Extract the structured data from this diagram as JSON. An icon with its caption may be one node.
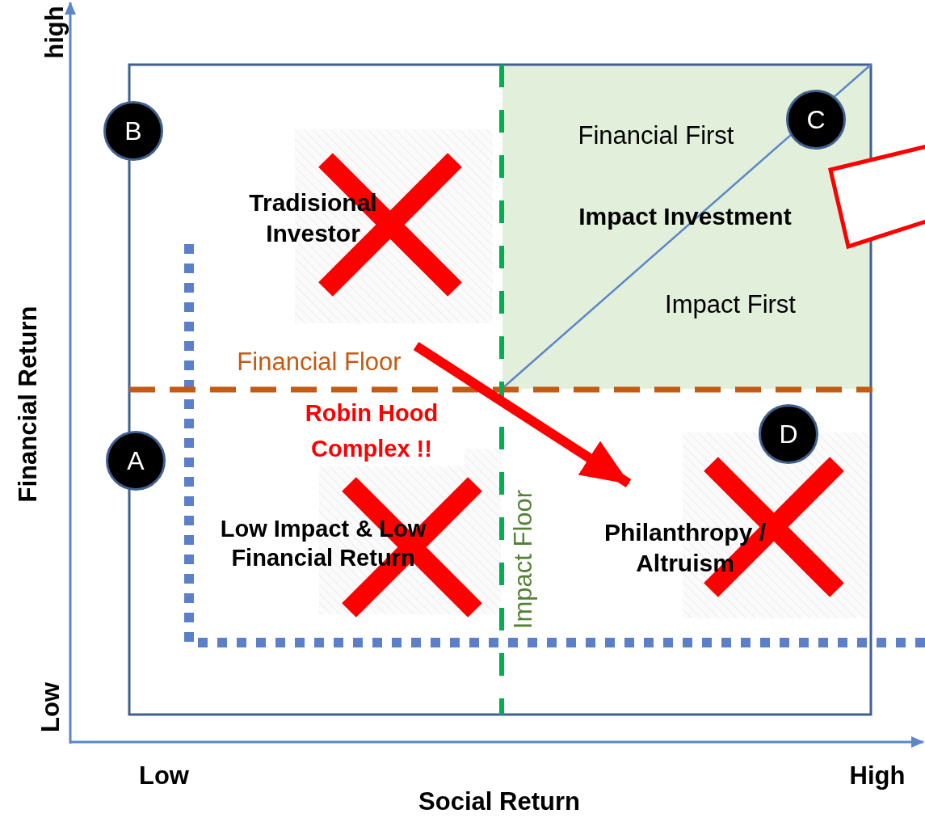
{
  "diagram": {
    "nodes": [
      {
        "text": [
          "B"
        ]
      },
      {
        "text": [
          "Tradisional Investor"
        ]
      },
      {
        "text": [
          "Financial First",
          "Impact Investment",
          "Impact First"
        ]
      },
      {
        "text": [
          "C"
        ],
        "in": 2
      },
      {
        "text": [
          "A"
        ]
      },
      {
        "text": [
          "Low Impact & Low Financial Return"
        ]
      },
      {
        "text": [
          "D"
        ]
      },
      {
        "text": [
          "Philanthropy / Altruism"
        ]
      }
    ],
    "edges": [
      {
        "from": 1,
        "to": 7,
        "arrow": "to",
        "label": "Robin Hood Complex !!"
      }
    ],
    "labels": [
      "high",
      "Financial Return",
      "Low",
      "Financial Floor",
      "Impact Floor",
      "Low",
      "High",
      "Social Return"
    ]
  }
}
